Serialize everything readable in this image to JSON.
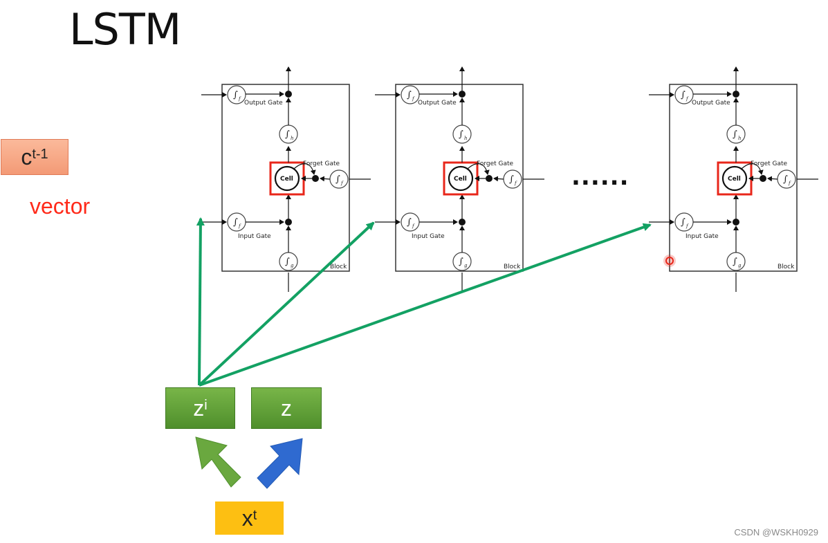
{
  "title": "LSTM",
  "left_panel": {
    "c_prev": {
      "base": "c",
      "sup": "t-1"
    },
    "vector_label": "vector"
  },
  "inputs": {
    "zi": {
      "base": "z",
      "sup": "i"
    },
    "z": {
      "base": "z"
    },
    "xt": {
      "base": "x",
      "sup": "t"
    }
  },
  "block_labels": {
    "output_gate": "Output Gate",
    "forget_gate": "Forget Gate",
    "input_gate": "Input Gate",
    "cell": "Cell",
    "block": "Block",
    "sub_f": "f",
    "sub_h": "h",
    "sub_g": "g",
    "sigma": "∫"
  },
  "ellipsis": "......",
  "watermark": "CSDN @WSKH0929",
  "colors": {
    "green_arrow": "#13a163",
    "cell_highlight": "#e8261a",
    "c_box": "#f7a884",
    "z_box": "#5fa036",
    "x_box": "#fdbf12",
    "blue_arrow": "#2f6ad0",
    "vector_text": "#ff2a1a",
    "cursor_dot": "#e8261a"
  },
  "icons": [
    "sigmoid-icon",
    "cursor-dot-icon",
    "arrow-icon"
  ]
}
